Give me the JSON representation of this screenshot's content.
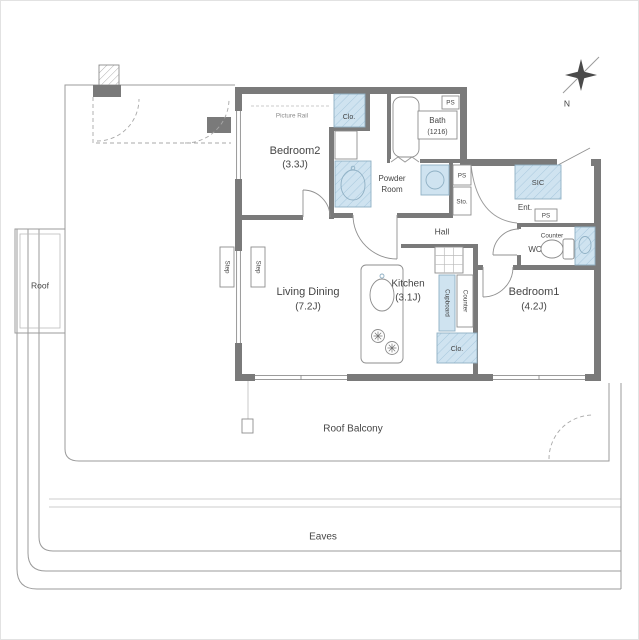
{
  "compass": {
    "north": "N"
  },
  "rooms": {
    "bedroom2": {
      "name": "Bedroom2",
      "area": "(3.3J)"
    },
    "living_dining": {
      "name": "Living Dining",
      "area": "(7.2J)"
    },
    "kitchen": {
      "name": "Kitchen",
      "area": "(3.1J)"
    },
    "bedroom1": {
      "name": "Bedroom1",
      "area": "(4.2J)"
    },
    "bath": {
      "name": "Bath",
      "size": "(1216)"
    },
    "powder_room": {
      "name_line1": "Powder",
      "name_line2": "Room"
    },
    "hall": {
      "name": "Hall"
    },
    "entrance": {
      "name": "Ent."
    },
    "sic": {
      "name": "SIC"
    },
    "wc": {
      "name": "WC"
    }
  },
  "fixtures": {
    "bedroom2_closet": "Clo.",
    "kitchen_closet": "Clo.",
    "cupboard": "Cupboard",
    "kitchen_counter": "Counter",
    "wc_counter": "Counter",
    "storage": "Sto.",
    "ps_bath": "PS",
    "ps_hall": "PS",
    "ps_wc": "PS",
    "step_outer": "Step",
    "step_inner": "Step",
    "picture_rail": "Picture Rail"
  },
  "exterior": {
    "roof": "Roof",
    "roof_balcony": "Roof Balcony",
    "eaves": "Eaves"
  },
  "colors": {
    "wall": "#7a7a7a",
    "fixture_fill": "#cfe3f0",
    "fixture_hatch": "#a8c8dd",
    "outline": "#9b9b9b",
    "text": "#454545"
  }
}
